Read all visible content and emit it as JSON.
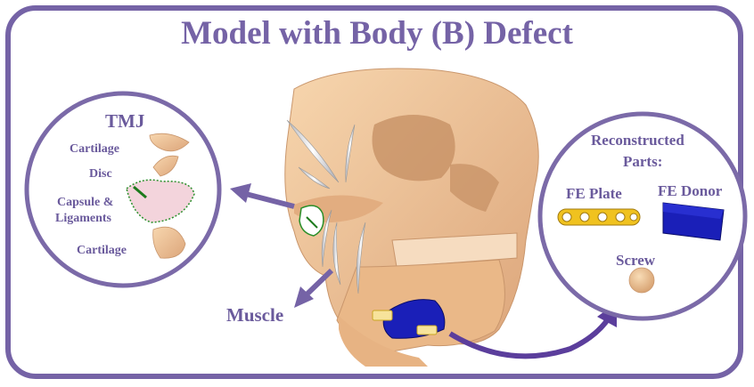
{
  "title": "Model with Body (B) Defect",
  "tmj": {
    "heading": "TMJ",
    "labels": [
      "Cartilage",
      "Disc",
      "Capsule &",
      "Ligaments",
      "Cartilage"
    ]
  },
  "muscle_label": "Muscle",
  "reconstructed": {
    "heading_line1": "Reconstructed",
    "heading_line2": "Parts:",
    "plate_label": "FE Plate",
    "donor_label": "FE Donor",
    "screw_label": "Screw"
  },
  "colors": {
    "accent": "#7563a6",
    "bone": "#f1c79b",
    "donor": "#1a1fb8",
    "plate": "#f0c21f"
  }
}
